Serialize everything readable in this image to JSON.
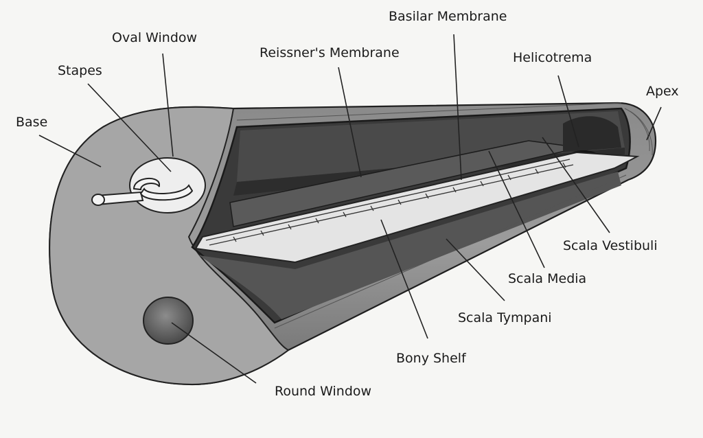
{
  "labels": {
    "base": "Base",
    "stapes": "Stapes",
    "oval_window": "Oval Window",
    "reissners_membrane": "Reissner's Membrane",
    "basilar_membrane": "Basilar Membrane",
    "helicotrema": "Helicotrema",
    "apex": "Apex",
    "scala_vestibuli": "Scala Vestibuli",
    "scala_media": "Scala Media",
    "scala_tympani": "Scala Tympani",
    "bony_shelf": "Bony Shelf",
    "round_window": "Round Window"
  }
}
